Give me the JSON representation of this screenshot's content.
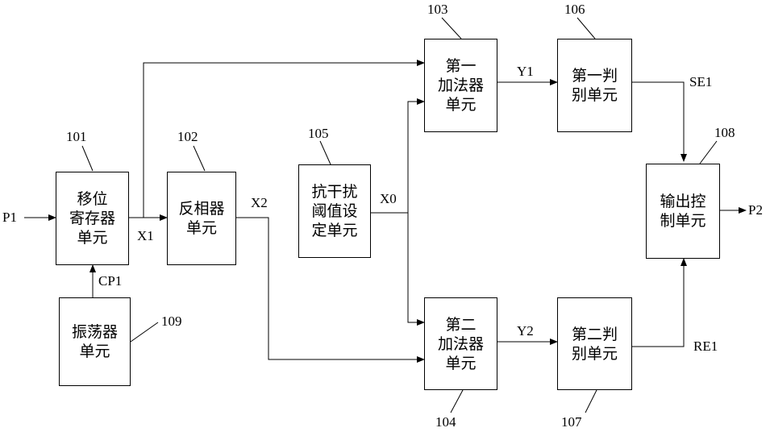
{
  "blocks": {
    "shift_register": {
      "lines": [
        "移位",
        "寄存器",
        "单元"
      ],
      "ref": "101"
    },
    "inverter": {
      "lines": [
        "反相器",
        "单元"
      ],
      "ref": "102"
    },
    "first_adder": {
      "lines": [
        "第一",
        "加法器",
        "单元"
      ],
      "ref": "103"
    },
    "second_adder": {
      "lines": [
        "第二",
        "加法器",
        "单元"
      ],
      "ref": "104"
    },
    "threshold_unit": {
      "lines": [
        "抗干扰",
        "阈值设",
        "定单元"
      ],
      "ref": "105"
    },
    "first_discriminator": {
      "lines": [
        "第一判",
        "别单元"
      ],
      "ref": "106"
    },
    "second_discriminator": {
      "lines": [
        "第二判",
        "别单元"
      ],
      "ref": "107"
    },
    "output_control": {
      "lines": [
        "输出控",
        "制单元"
      ],
      "ref": "108"
    },
    "oscillator": {
      "lines": [
        "振荡器",
        "单元"
      ],
      "ref": "109"
    }
  },
  "signals": {
    "p1": "P1",
    "x1": "X1",
    "cp1": "CP1",
    "x2": "X2",
    "x0": "X0",
    "y1": "Y1",
    "y2": "Y2",
    "se1": "SE1",
    "re1": "RE1",
    "p2": "P2"
  }
}
